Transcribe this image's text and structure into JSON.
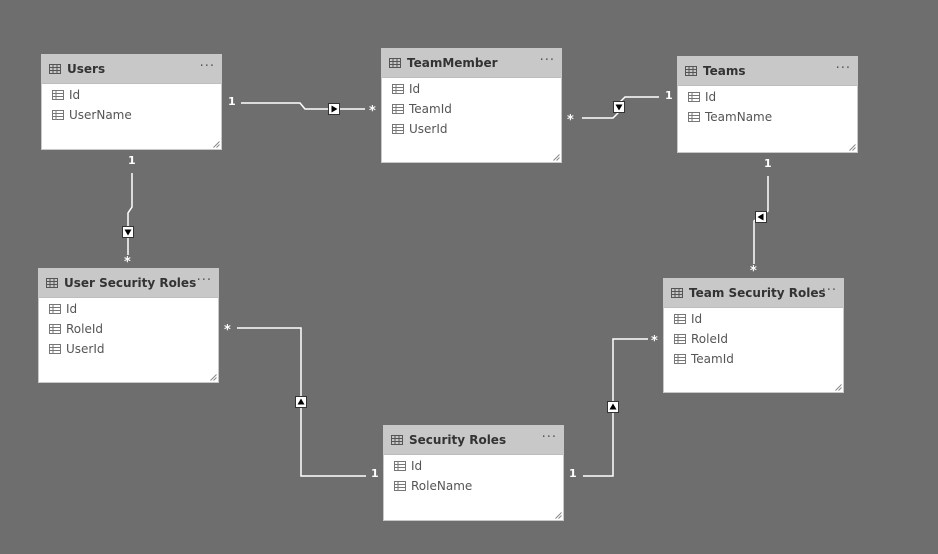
{
  "colors": {
    "canvas": "#6e6e6e",
    "table_header": "#c8c8c8",
    "table_body": "#ffffff",
    "relationship_line": "#ffffff",
    "cardinality_text": "#ffffff"
  },
  "icons": {
    "table": "table-grid-icon",
    "field": "field-icon",
    "more": "more-options-icon",
    "resize": "resize-grip-icon",
    "filter_arrow": "filter-direction-arrow-icon"
  },
  "more_label": "···",
  "tables": {
    "users": {
      "name": "Users",
      "fields": [
        "Id",
        "UserName"
      ]
    },
    "teammember": {
      "name": "TeamMember",
      "fields": [
        "Id",
        "TeamId",
        "UserId"
      ]
    },
    "teams": {
      "name": "Teams",
      "fields": [
        "Id",
        "TeamName"
      ]
    },
    "user_security_roles": {
      "name": "User Security Roles",
      "fields": [
        "Id",
        "RoleId",
        "UserId"
      ]
    },
    "team_security_roles": {
      "name": "Team Security Roles",
      "fields": [
        "Id",
        "RoleId",
        "TeamId"
      ]
    },
    "security_roles": {
      "name": "Security Roles",
      "fields": [
        "Id",
        "RoleName"
      ]
    }
  },
  "relationships": [
    {
      "from": "Users",
      "to": "TeamMember",
      "from_cardinality": "1",
      "to_cardinality": "*",
      "arrow": "right"
    },
    {
      "from": "Teams",
      "to": "TeamMember",
      "from_cardinality": "1",
      "to_cardinality": "*",
      "arrow": "down"
    },
    {
      "from": "Users",
      "to": "User Security Roles",
      "from_cardinality": "1",
      "to_cardinality": "*",
      "arrow": "down"
    },
    {
      "from": "Teams",
      "to": "Team Security Roles",
      "from_cardinality": "1",
      "to_cardinality": "*",
      "arrow": "left"
    },
    {
      "from": "Security Roles",
      "to": "User Security Roles",
      "from_cardinality": "1",
      "to_cardinality": "*",
      "arrow": "up"
    },
    {
      "from": "Security Roles",
      "to": "Team Security Roles",
      "from_cardinality": "1",
      "to_cardinality": "*",
      "arrow": "up"
    }
  ]
}
